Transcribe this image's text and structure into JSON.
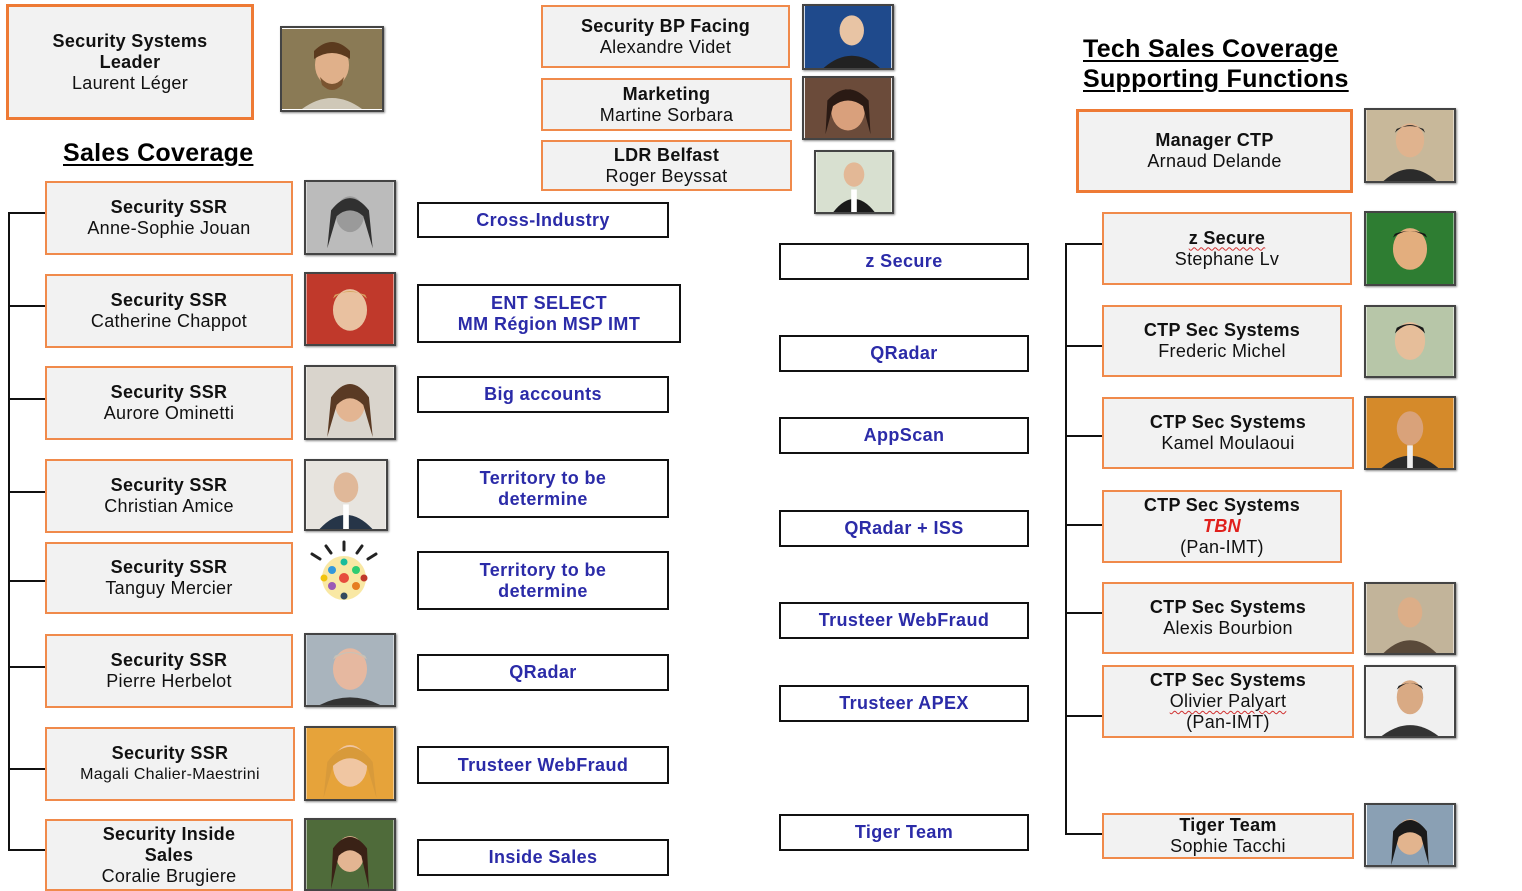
{
  "leader": {
    "title": "Security Systems Leader",
    "name": "Laurent Léger"
  },
  "sales_heading": "Sales Coverage",
  "support_heading_line1": "Tech Sales Coverage",
  "support_heading_line2": "Supporting Functions",
  "center_top": [
    {
      "title": "Security BP Facing",
      "name": "Alexandre Videt"
    },
    {
      "title": "Marketing",
      "name": "Martine Sorbara"
    },
    {
      "title": "LDR Belfast",
      "name": "Roger Beyssat"
    }
  ],
  "sales": [
    {
      "title": "Security SSR",
      "name": "Anne-Sophie Jouan",
      "territory": "Cross-Industry"
    },
    {
      "title": "Security SSR",
      "name": "Catherine Chappot",
      "territory_line1": "ENT SELECT",
      "territory_line2": "MM Région MSP IMT"
    },
    {
      "title": "Security SSR",
      "name": "Aurore Ominetti",
      "territory": "Big accounts"
    },
    {
      "title": "Security SSR",
      "name": "Christian Amice",
      "territory_line1": "Territory to be",
      "territory_line2": "determine"
    },
    {
      "title": "Security SSR",
      "name": "Tanguy Mercier",
      "territory_line1": "Territory to be",
      "territory_line2": "determine"
    },
    {
      "title": "Security SSR",
      "name": "Pierre Herbelot",
      "territory": "QRadar"
    },
    {
      "title": "Security SSR",
      "name": "Magali Chalier-Maestrini",
      "territory": "Trusteer WebFraud"
    },
    {
      "title_line1": "Security Inside",
      "title_line2": "Sales",
      "name": "Coralie Brugiere",
      "territory": "Inside Sales"
    }
  ],
  "products": [
    "z Secure",
    "QRadar",
    "AppScan",
    "QRadar + ISS",
    "Trusteer WebFraud",
    "Trusteer APEX",
    "Tiger Team"
  ],
  "manager": {
    "title": "Manager CTP",
    "name": "Arnaud Delande"
  },
  "support": [
    {
      "title": "z Secure",
      "name": "Stephane Lv"
    },
    {
      "title": "CTP Sec Systems",
      "name": "Frederic Michel"
    },
    {
      "title": "CTP Sec Systems",
      "name": "Kamel Moulaoui"
    },
    {
      "title": "CTP Sec Systems",
      "name": "TBN",
      "extra": "(Pan-IMT)"
    },
    {
      "title": "CTP Sec Systems",
      "name": "Alexis Bourbion"
    },
    {
      "title": "CTP Sec Systems",
      "name": "Olivier Palyart",
      "extra": "(Pan-IMT)"
    },
    {
      "title": "Tiger Team",
      "name": "Sophie Tacchi"
    }
  ],
  "colors": {
    "box_border": "#f08a4b",
    "box_fill": "#f2f2f2",
    "territory_text": "#2b2ba8",
    "tbn": "#e0201c"
  }
}
